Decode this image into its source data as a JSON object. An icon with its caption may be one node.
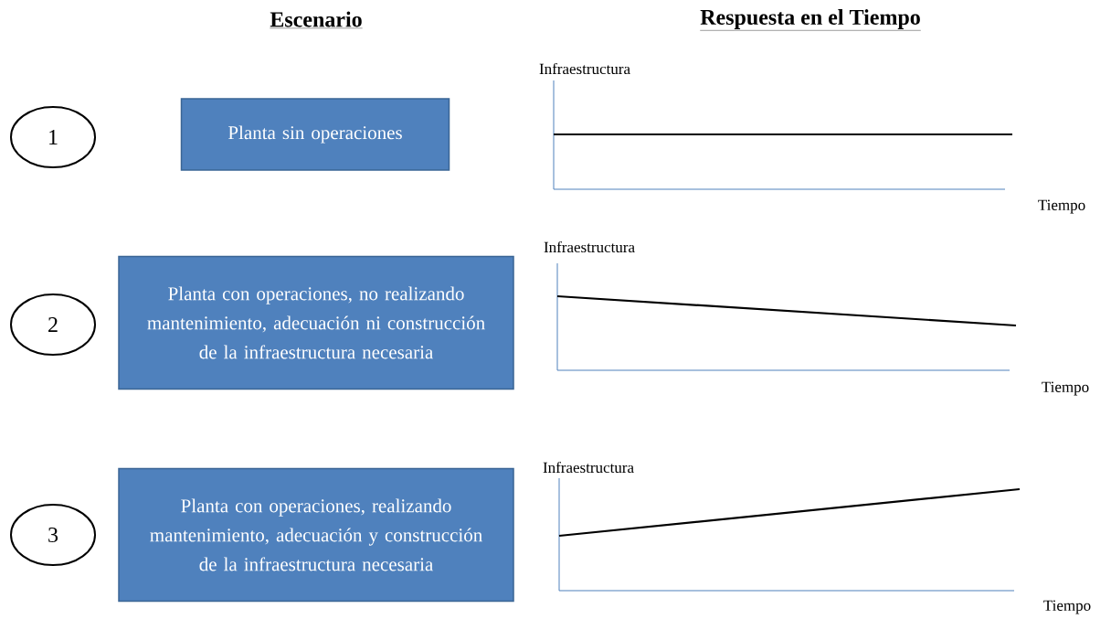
{
  "diagram": {
    "nodes": [
      {
        "text": [
          "1"
        ]
      },
      {
        "text": [
          "Planta sin operaciones"
        ]
      },
      {
        "text": [
          "2"
        ]
      },
      {
        "text": [
          "Planta con operaciones, no realizando mantenimiento, adecuación ni construcción de la infraestructura necesaria"
        ]
      },
      {
        "text": [
          "3"
        ]
      },
      {
        "text": [
          "Planta con operaciones, realizando mantenimiento, adecuación y construcción de la infraestructura necesaria"
        ]
      }
    ],
    "labels": [
      "Escenario",
      "Respuesta en el Tiempo",
      "Infraestructura",
      "Tiempo",
      "Infraestructura",
      "Tiempo",
      "Infraestructura",
      "Tiempo"
    ]
  }
}
